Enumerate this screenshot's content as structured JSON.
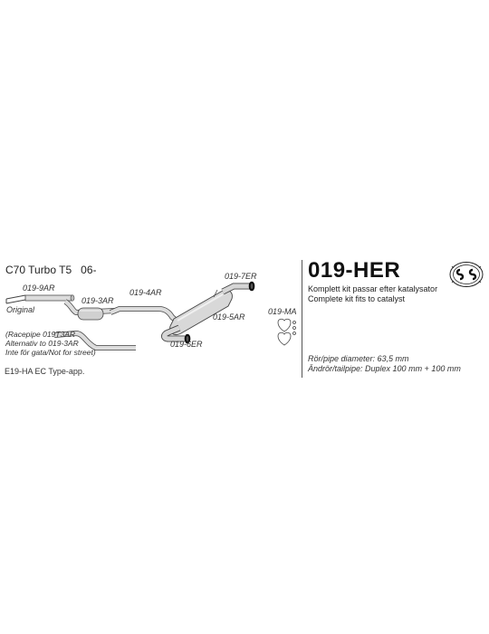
{
  "model": {
    "name": "C70 Turbo T5",
    "years": "06-"
  },
  "kit": {
    "number": "019-HER",
    "line1": "Komplett kit passar efter katalysator",
    "line2": "Complete kit fits to catalyst"
  },
  "parts": {
    "p9ar": "019-9AR",
    "p3ar": "019-3AR",
    "p4ar": "019-4AR",
    "p7er": "019-7ER",
    "p5ar": "019-5AR",
    "p6er": "019-6ER",
    "pma": "019-MA"
  },
  "original_label": "Original",
  "race_note": {
    "line1": "(Racepipe 019T3AR",
    "line2": "Alternativ to 019-3AR",
    "line3": "Inte för gata/Not for street)"
  },
  "approval": "E19-HA  EC Type-app.",
  "specs": {
    "diameter": "Rör/pipe diameter: 63,5 mm",
    "tailpipe": "Ändrör/tailpipe: Duplex 100 mm + 100 mm"
  },
  "colors": {
    "pipe": "#d9d9d9",
    "outline": "#444444",
    "accent": "#111111"
  },
  "icons": [
    "original-pipe-icon",
    "muffler-icon",
    "tailpipe-icon",
    "mounting-kit-icon",
    "quality-seal-icon"
  ]
}
